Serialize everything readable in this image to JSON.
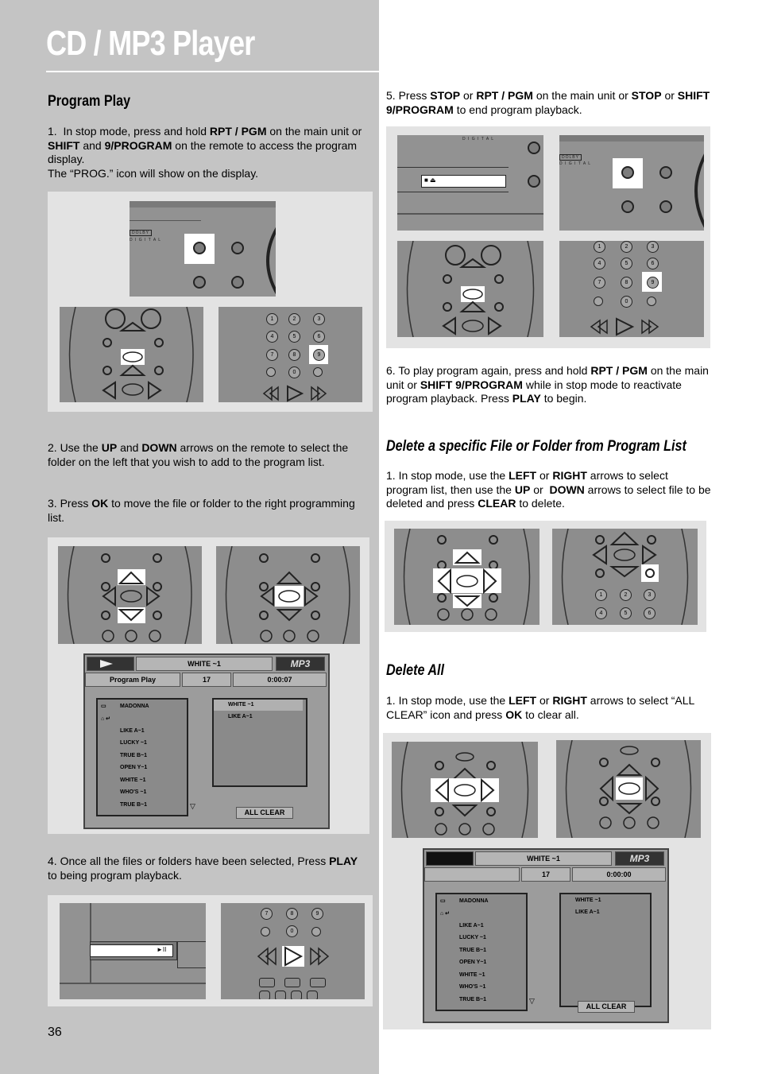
{
  "header": {
    "title": "CD / MP3 Player"
  },
  "program_play": {
    "heading": "Program Play",
    "step1": {
      "num": "1.",
      "a": "In stop mode, press and hold",
      "b1": "RPT / PGM",
      "c": "on the main unit or",
      "b2": "SHIFT",
      "d": "and",
      "b3": "9/PROGRAM",
      "e": "on the remote to access the program display.",
      "f": "The “PROG.” icon will show on the display."
    },
    "step2": {
      "a": "2. Use the",
      "b1": "UP",
      "c": "and",
      "b2": "DOWN",
      "d": "arrows on the remote to select the folder on the left that you wish to add to the program list."
    },
    "step3": {
      "a": "3.  Press",
      "b1": "OK",
      "c": "to move the file or folder to the right programming list."
    },
    "step4": {
      "a": "4.  Once all the files or folders have been selected, Press",
      "b1": "PLAY",
      "c": "to being program playback."
    },
    "step5": {
      "a": "5. Press",
      "b1": "STOP",
      "c": "or",
      "b2": "RPT / PGM",
      "d": "on the main unit or",
      "b3": "STOP",
      "e": "or",
      "b4": "SHIFT 9/PROGRAM",
      "f": "to end program playback."
    },
    "step6": {
      "a": "6.  To play program again, press and hold",
      "b1": "RPT / PGM",
      "c": "on the main unit or",
      "b2": "SHIFT 9/PROGRAM",
      "d": "while in stop mode to reactivate program playback. Press",
      "b3": "PLAY",
      "e": "to begin."
    }
  },
  "delete_specific": {
    "heading": "Delete a specific File or Folder from Program List",
    "step1": {
      "a": "1.  In stop mode, use the",
      "b1": "LEFT",
      "c": "or",
      "b2": "RIGHT",
      "d": "arrows to select program list, then use the",
      "b3": "UP",
      "e": "or",
      "b4": "DOWN",
      "f": "arrows  to select file to be deleted and press",
      "b5": "CLEAR",
      "g": "to delete."
    }
  },
  "delete_all": {
    "heading": "Delete All",
    "step1": {
      "a": "1.  In stop mode, use the",
      "b1": "LEFT",
      "c": "or",
      "b2": "RIGHT",
      "d": "arrows to select “ALL CLEAR” icon and press",
      "b3": "OK",
      "e": "to clear all."
    }
  },
  "device": {
    "dolby": "DOLBY",
    "digital": "D I G I T A L",
    "digital_label": "D I G I T A L"
  },
  "keypad": [
    "1",
    "2",
    "3",
    "4",
    "5",
    "6",
    "7",
    "8",
    "9",
    "0"
  ],
  "screen1": {
    "track": "WHITE ~1",
    "logo": "MP3",
    "mode": "Program Play",
    "count": "17",
    "time": "0:00:07",
    "left_items": [
      "MADONNA",
      "LIKE A~1",
      "LUCKY ~1",
      "TRUE B~1",
      "OPEN Y~1",
      "WHITE ~1",
      "WHO'S ~1",
      "TRUE B~1"
    ],
    "right_items": [
      "WHITE ~1",
      "LIKE A~1"
    ],
    "all_clear": "ALL CLEAR"
  },
  "screen2": {
    "track": "WHITE ~1",
    "logo": "MP3",
    "count": "17",
    "time": "0:00:00",
    "left_items": [
      "MADONNA",
      "LIKE A~1",
      "LUCKY ~1",
      "TRUE B~1",
      "OPEN Y~1",
      "WHITE ~1",
      "WHO'S ~1",
      "TRUE B~1"
    ],
    "right_items": [
      "WHITE ~1",
      "LIKE A~1"
    ],
    "all_clear": "ALL CLEAR"
  },
  "page_number": "36"
}
